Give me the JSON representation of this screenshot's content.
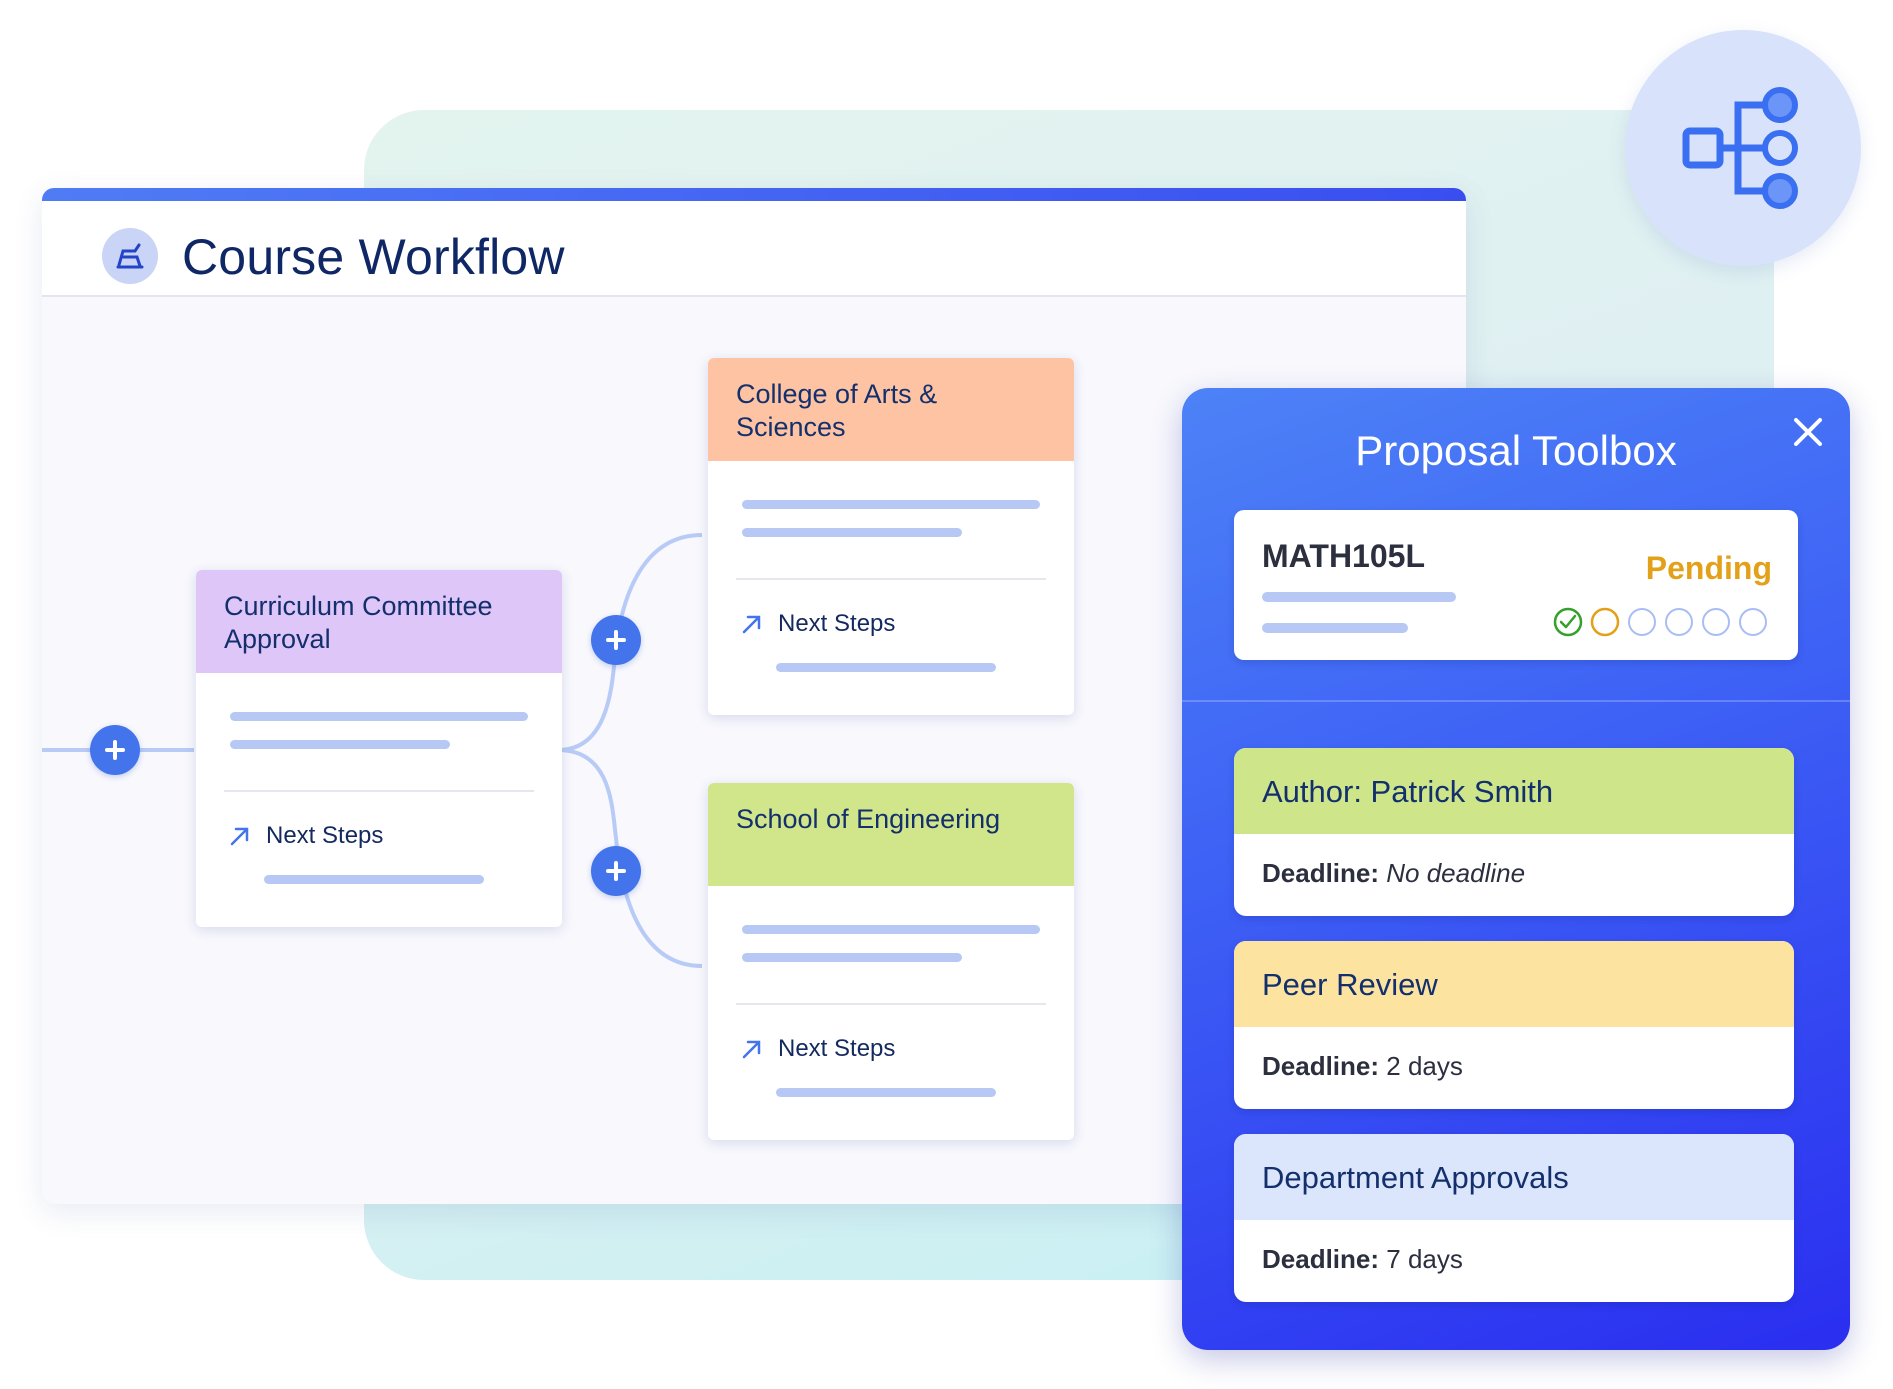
{
  "workflow": {
    "title": "Course Workflow",
    "next_steps_label": "Next Steps",
    "nodes": [
      {
        "title": "Curriculum Committee Approval",
        "color": "#dfc6f8"
      },
      {
        "title": "College of Arts & Sciences",
        "color": "#fdc3a3"
      },
      {
        "title": "School of Engineering",
        "color": "#d1e58a"
      }
    ]
  },
  "toolbox": {
    "title": "Proposal Toolbox",
    "course_code": "MATH105L",
    "status": "Pending",
    "status_color": "#e3a119",
    "progress": {
      "completed": 1,
      "current": 1,
      "total": 6
    },
    "deadline_label": "Deadline:",
    "steps": [
      {
        "title": "Author: Patrick Smith",
        "deadline": "No deadline",
        "color": "#cee58a"
      },
      {
        "title": "Peer Review",
        "deadline": "2 days",
        "color": "#fde3a0"
      },
      {
        "title": "Department Approvals",
        "deadline": "7 days",
        "color": "#dbe5fc"
      }
    ]
  },
  "colors": {
    "accent": "#4474ec",
    "panel_gradient_start": "#4d82f7",
    "panel_gradient_end": "#2a2ef0"
  }
}
